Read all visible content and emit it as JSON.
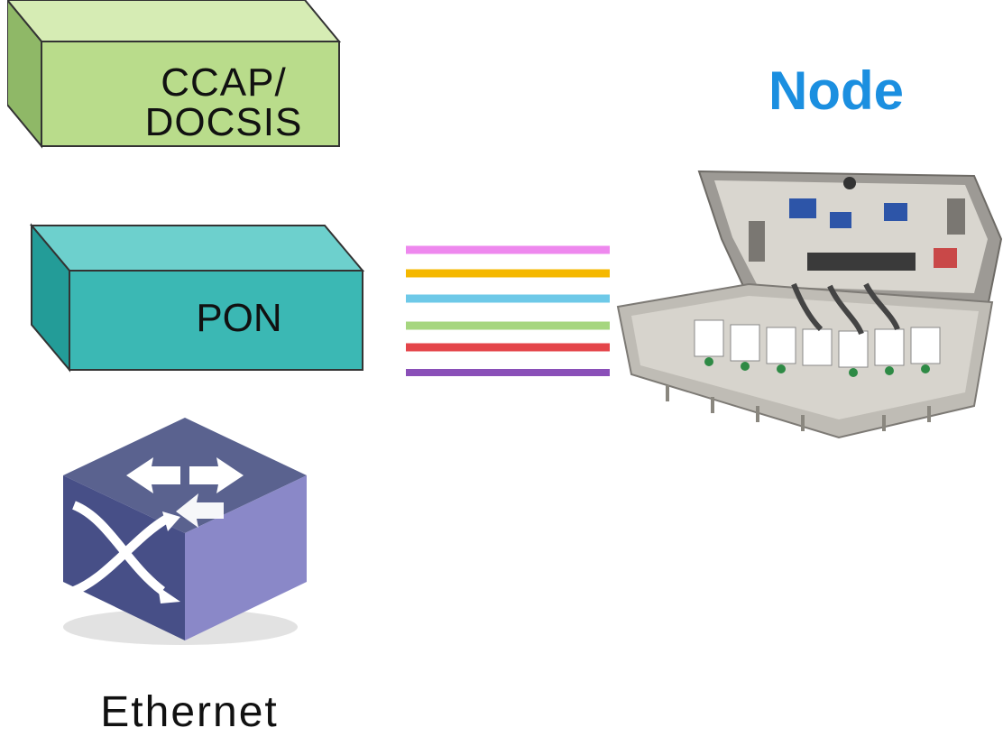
{
  "blocks": {
    "ccap": {
      "label_line1": "CCAP/",
      "label_line2": "DOCSIS",
      "color": "#b9dc8b"
    },
    "pon": {
      "label": "PON",
      "color": "#3bb8b4"
    },
    "ethernet": {
      "label": "Ethernet",
      "color": "#474f87"
    }
  },
  "node": {
    "title": "Node",
    "color": "#1b8fe0"
  },
  "fibers": {
    "colors": [
      "#ee88ee",
      "#f5b800",
      "#6ec9e8",
      "#a6d67f",
      "#e4454a",
      "#8a4fb8"
    ]
  }
}
